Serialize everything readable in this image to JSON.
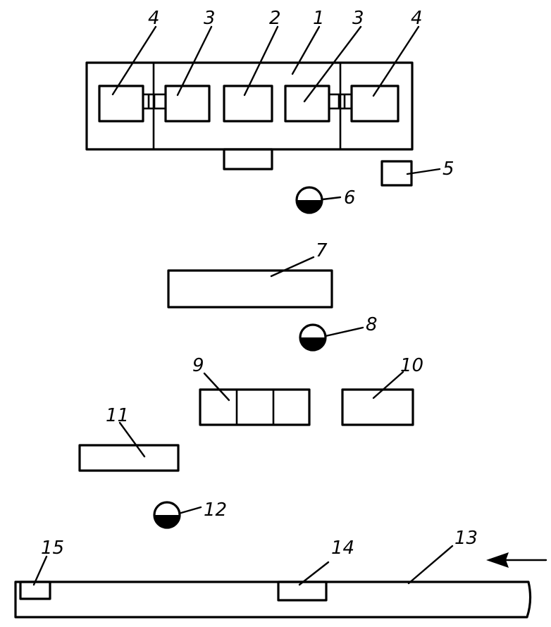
{
  "labels": {
    "l1": "1",
    "l2": "2",
    "l3a": "3",
    "l3b": "3",
    "l4a": "4",
    "l4b": "4",
    "l5": "5",
    "l6": "6",
    "l7": "7",
    "l8": "8",
    "l9": "9",
    "l10": "10",
    "l11": "11",
    "l12": "12",
    "l13": "13",
    "l14": "14",
    "l15": "15"
  },
  "colors": {
    "ink": "#000000",
    "paper": "#ffffff"
  },
  "icons": {
    "direction": "arrow-left-icon"
  }
}
